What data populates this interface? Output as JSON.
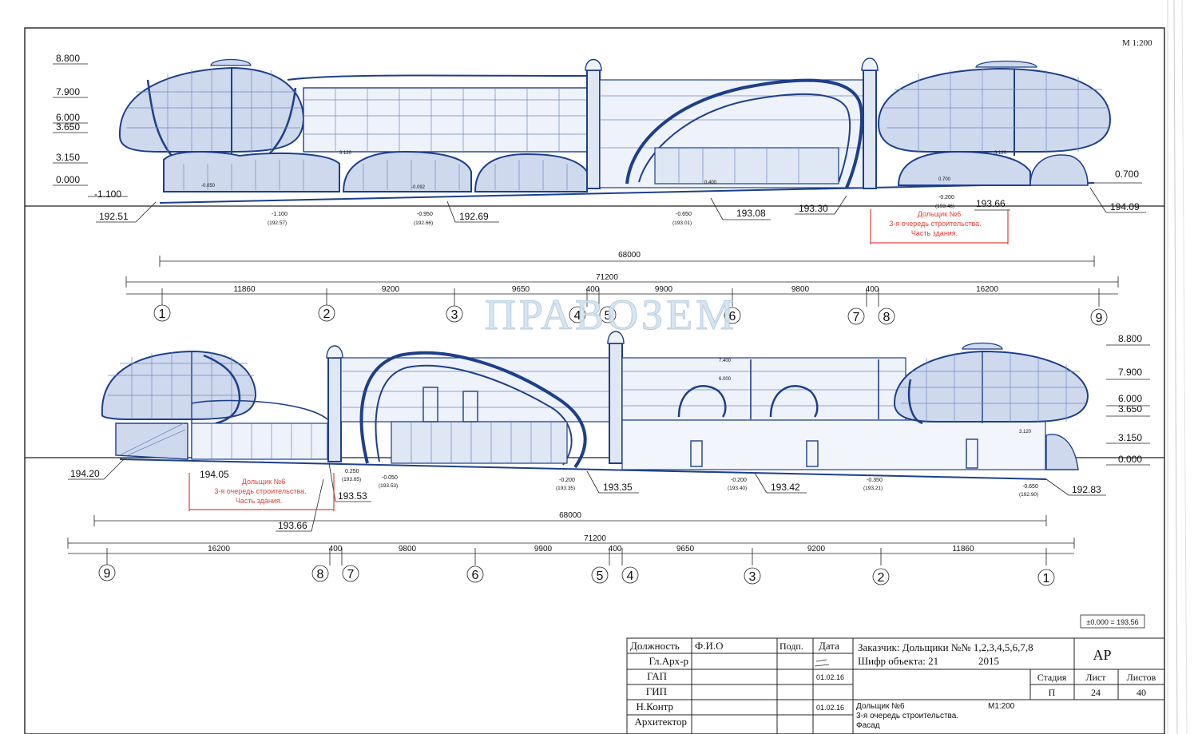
{
  "sheet": {
    "scale": "М 1:200",
    "watermark": "ПРАВОЗЕМ"
  },
  "top_facade": {
    "levels": [
      "8.800",
      "7.900",
      "6.000",
      "3.650",
      "3.150",
      "0.000",
      "-1.100"
    ],
    "level_right": "0.700",
    "ground_marks": [
      "192.51",
      "192.69",
      "193.08",
      "193.30",
      "193.66",
      "194.09"
    ],
    "small_marks": [
      {
        "a": "-1.100",
        "b": "(192.57)"
      },
      {
        "a": "-0.950",
        "b": "(192.66)"
      },
      {
        "a": "-0.650",
        "b": "(193.01)"
      },
      {
        "a": "-0.200",
        "b": "(193.46)"
      }
    ],
    "inner_marks": [
      "3.120",
      "3.120",
      "0.400",
      "0.700",
      "-0.050",
      "-0.092"
    ],
    "note": [
      "Дольщик №6",
      "3-я очередь строительства.",
      "Часть здания."
    ],
    "dim_overall_1": "68000",
    "dim_overall_2": "71200",
    "dims": [
      "11860",
      "9200",
      "9650",
      "400",
      "9900",
      "9800",
      "400",
      "16200"
    ],
    "axes": [
      "1",
      "2",
      "3",
      "4",
      "5",
      "6",
      "7",
      "8",
      "9"
    ]
  },
  "bottom_facade": {
    "levels": [
      "8.800",
      "7.900",
      "6.000",
      "3.650",
      "3.150",
      "0.000"
    ],
    "ground_marks": [
      "194.20",
      "194.05",
      "193.53",
      "193.35",
      "193.42",
      "192.83",
      "193.66"
    ],
    "small_marks": [
      {
        "a": "0.250",
        "b": "(193.65)"
      },
      {
        "a": "-0.050",
        "b": "(193.53)"
      },
      {
        "a": "-0.200",
        "b": "(193.35)"
      },
      {
        "a": "-0.200",
        "b": "(193.40)"
      },
      {
        "a": "-0.350",
        "b": "(193.21)"
      },
      {
        "a": "-0.650",
        "b": "(192.90)"
      }
    ],
    "inner_marks": [
      "7.400",
      "6.000",
      "3.120"
    ],
    "note": [
      "Дольщик №6",
      "3-я очередь строительства.",
      "Часть здания."
    ],
    "dim_overall_1": "68000",
    "dim_overall_2": "71200",
    "dims": [
      "16200",
      "400",
      "9800",
      "9900",
      "400",
      "9650",
      "9200",
      "11860"
    ],
    "axes": [
      "9",
      "8",
      "7",
      "6",
      "5",
      "4",
      "3",
      "2",
      "1"
    ]
  },
  "title_block": {
    "zero_mark": "±0.000 = 193.56",
    "col_headers": [
      "Должность",
      "Ф.И.О",
      "Подп.",
      "Дата"
    ],
    "roles": [
      "Гл.Арх-р",
      "ГАП",
      "ГИП",
      "Н.Контр",
      "Архитектор"
    ],
    "dates": [
      "01.02.16",
      "01.02.16"
    ],
    "customer": "Заказчик: Дольщики №№ 1,2,3,4,5,6,7,8",
    "cipher": "Шифр объекта: 21",
    "year": "2015",
    "code": "АР",
    "stage_headers": [
      "Стадия",
      "Лист",
      "Листов"
    ],
    "stage_values": [
      "П",
      "24",
      "40"
    ],
    "sheet_title_1": "Дольщик №6",
    "sheet_title_2": "3-я очередь строительства.",
    "sheet_title_3": "Фасад",
    "sheet_scale": "М1:200"
  }
}
